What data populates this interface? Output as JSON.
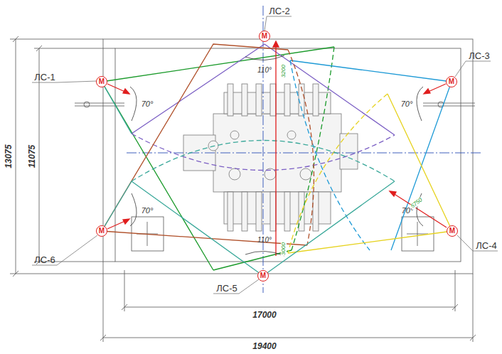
{
  "diagram": {
    "nodes": [
      {
        "text": [
          "ЛС-1",
          "М"
        ]
      },
      {
        "text": [
          "ЛС-2",
          "М"
        ]
      },
      {
        "text": [
          "ЛС-3",
          "М"
        ]
      },
      {
        "text": [
          "ЛС-6",
          "М"
        ]
      },
      {
        "text": [
          "ЛС-4",
          "М"
        ]
      },
      {
        "text": [
          "ЛС-5",
          "М"
        ]
      }
    ],
    "labels": [
      "13075",
      "11075",
      "17000",
      "19400",
      "70°",
      "70°",
      "70°",
      "70°",
      "110°",
      "110°",
      "3200",
      "3000",
      "5750"
    ]
  }
}
